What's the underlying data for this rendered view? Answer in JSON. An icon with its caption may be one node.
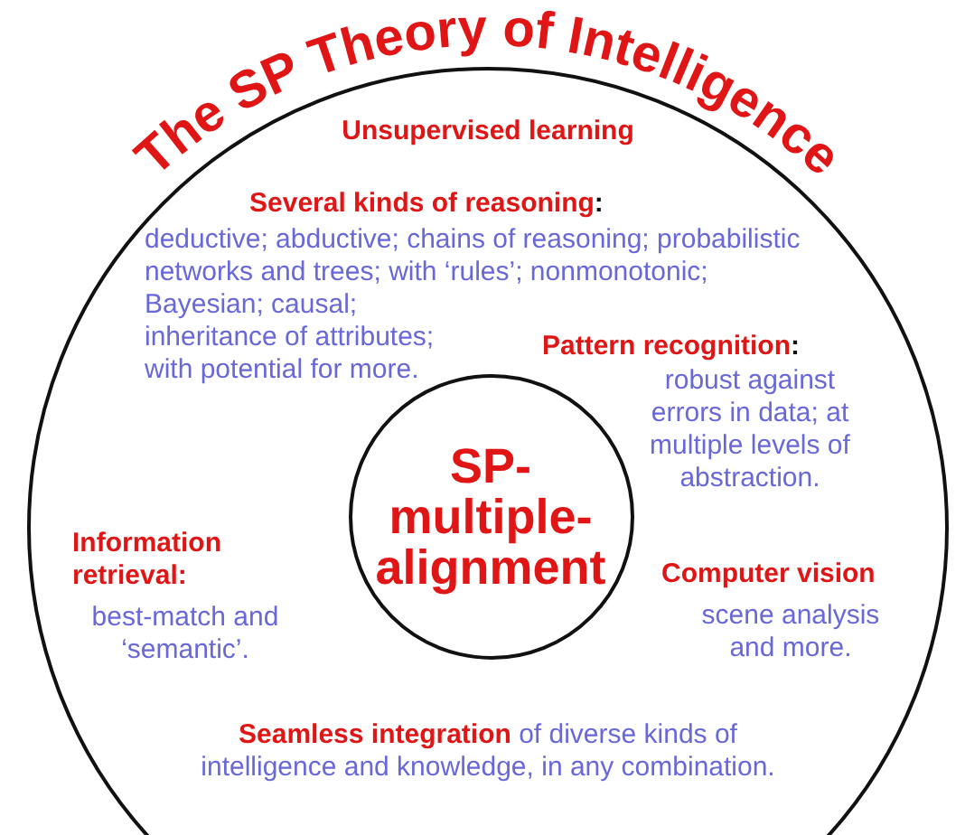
{
  "diagram": {
    "title": "The SP Theory of Intelligence",
    "nodes": [
      {
        "text": [],
        "shape": "circle"
      },
      {
        "text": [
          "SP-multiple-alignment"
        ],
        "in": 0
      }
    ],
    "labels": [
      "Unsupervised learning",
      "**Several kinds of reasoning**:",
      "deductive; abductive; chains of reasoning; probabilistic networks and trees; with ‘rules’; nonmonotonic; Bayesian; causal; inheritance of attributes; with potential for more.",
      "**Pattern recognition**:",
      "robust against errors in data; at multiple levels of abstraction.",
      "Information retrieval:",
      "best-match and ‘semantic’.",
      "Computer vision",
      "scene analysis and more.",
      "**Seamless integration** of diverse kinds of intelligence and knowledge, in any combination."
    ]
  }
}
